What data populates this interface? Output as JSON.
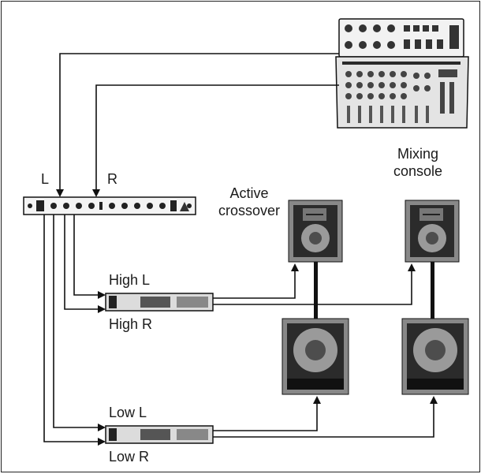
{
  "labels": {
    "mixing_console": [
      "Mixing",
      "console"
    ],
    "active_crossover": [
      "Active",
      "crossover"
    ],
    "left": "L",
    "right": "R",
    "high_l": "High L",
    "high_r": "High R",
    "low_l": "Low L",
    "low_r": "Low R"
  },
  "components": [
    "mixing-console",
    "active-crossover",
    "high-amplifier",
    "low-amplifier",
    "left-top-speaker",
    "right-top-speaker",
    "left-subwoofer",
    "right-subwoofer"
  ],
  "colors": {
    "line": "#111111",
    "speaker_frame": "#888888",
    "speaker_body": "#2b2b2b",
    "cone": "#9a9a9a",
    "cone_center": "#4d4d4d"
  }
}
